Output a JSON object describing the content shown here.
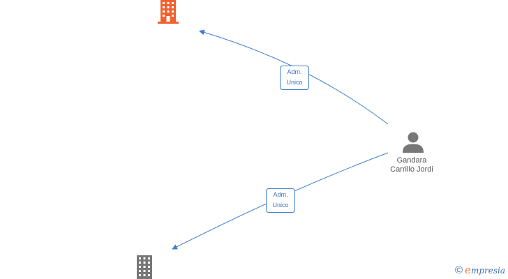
{
  "diagram": {
    "nodes": {
      "company_top": {
        "kind": "company",
        "color": "#f0622f"
      },
      "company_bottom": {
        "kind": "company",
        "color": "#777777"
      },
      "person": {
        "kind": "person",
        "name_line1": "Gandara",
        "name_line2": "Carrillo Jordi",
        "icon": "person-icon"
      }
    },
    "edges": [
      {
        "from": "person",
        "to": "company_top",
        "label_line1": "Adm.",
        "label_line2": "Unico"
      },
      {
        "from": "person",
        "to": "company_bottom",
        "label_line1": "Adm.",
        "label_line2": "Unico"
      }
    ],
    "colors": {
      "edge": "#3f7fcc",
      "label_text": "#3a6fb5",
      "person": "#777777"
    }
  },
  "branding": {
    "copyright_symbol": "©",
    "wordmark_first": "e",
    "wordmark_rest": "mpresia"
  }
}
